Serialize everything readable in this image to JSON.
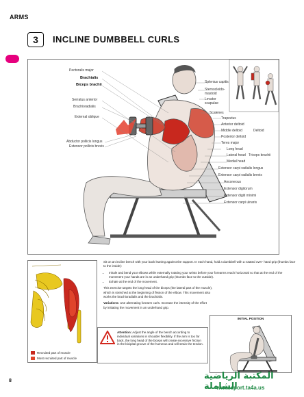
{
  "header": {
    "section": "ARMS",
    "exercise_number": "3",
    "title": "INCLINE DUMBBELL CURLS"
  },
  "labels_left": [
    "Pectoralis major",
    "Brachialis",
    "Biceps brachii",
    "Serratus anterior",
    "Brachioradialis",
    "External oblique",
    "Abductor pollicis longus",
    "Extensor pollicis brevis"
  ],
  "labels_right": [
    "Splenius capitis",
    "Sternocleido-mastoid",
    "Levator scapulae",
    "Scalenes",
    "Trapezius",
    "Anterior deltoid",
    "Middle deltoid",
    "Posterior deltoid",
    "Deltoid",
    "Teres major",
    "Long head",
    "Lateral head",
    "Medial head",
    "Triceps brachii",
    "Extensor carpi radialis longus",
    "Extensor carpi radialis brevis",
    "Anconeous",
    "Extensor digitorum",
    "Extensor digiti minimi",
    "Extensor carpi ulnaris"
  ],
  "legend": {
    "recruited": "Recruited part of muscle",
    "most": "Most recruited part of muscle"
  },
  "instructions": {
    "intro": "Sit on an incline bench with your back leaning against the support. In each hand, hold a dumbbell with a rotated over- hand grip (thumbs face to the inside):",
    "steps": [
      "Inhale and bend your elbows while externally rotating your wrists before your forearms reach horizontal so that at the end of the movement your hands are in an underhand grip (thumbs face to the outside).",
      "Exhale at the end of the movement."
    ],
    "paragraph2": "This exercise targets the long head of the biceps (the lateral part of the muscle), which is stretched at the beginning of flexion of the elbow. This movement also works the brachioradialis and the brachialis.",
    "variations_label": "Variations:",
    "variations_text": " Use alternating forearm curls. Increase the intensity of the effort by initiating the movement in an underhand grip.",
    "attention_label": "Attention:",
    "attention_text": " Adjust the angle of the bench according to individual variations in shoulder flexibility. If the arm is too far back, the long head of the biceps will create excessive friction in the bicipital groove of the humerus and will strain the tendon."
  },
  "initial_position": "INITIAL POSITION",
  "page_number": "8",
  "watermark": {
    "arabic": "المكتبة الرياضية الشاملة",
    "url": "www.sport.ta4a.us"
  },
  "colors": {
    "muscle_red": "#c8281e",
    "most_red": "#e0442c",
    "bone": "#e8c820",
    "accent_pink": "#e6007e",
    "watermark_green": "#1f8a45"
  }
}
